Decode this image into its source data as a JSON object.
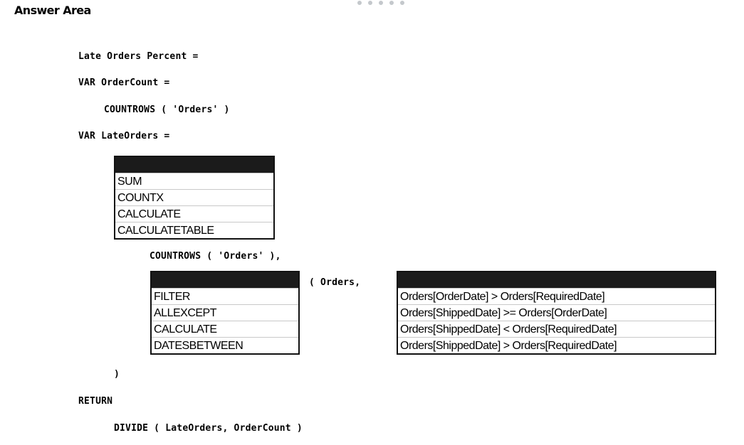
{
  "header": {
    "title": "Answer Area"
  },
  "code": {
    "line1": "Late Orders Percent =",
    "line2": "VAR OrderCount =",
    "line3": "COUNTROWS ( 'Orders' )",
    "line4": "VAR LateOrders =",
    "line5": "COUNTROWS ( 'Orders' ),",
    "line6": "( Orders,",
    "line7": ")",
    "line8": "RETURN",
    "line9": "DIVIDE ( LateOrders, OrderCount )"
  },
  "dropdowns": {
    "outer_function": {
      "options": [
        "SUM",
        "COUNTX",
        "CALCULATE",
        "CALCULATETABLE"
      ]
    },
    "inner_function": {
      "options": [
        "FILTER",
        "ALLEXCEPT",
        "CALCULATE",
        "DATESBETWEEN"
      ]
    },
    "condition": {
      "options": [
        "Orders[OrderDate] > Orders[RequiredDate]",
        "Orders[ShippedDate] >= Orders[OrderDate]",
        "Orders[ShippedDate] < Orders[RequiredDate]",
        "Orders[ShippedDate] > Orders[RequiredDate]"
      ]
    }
  }
}
